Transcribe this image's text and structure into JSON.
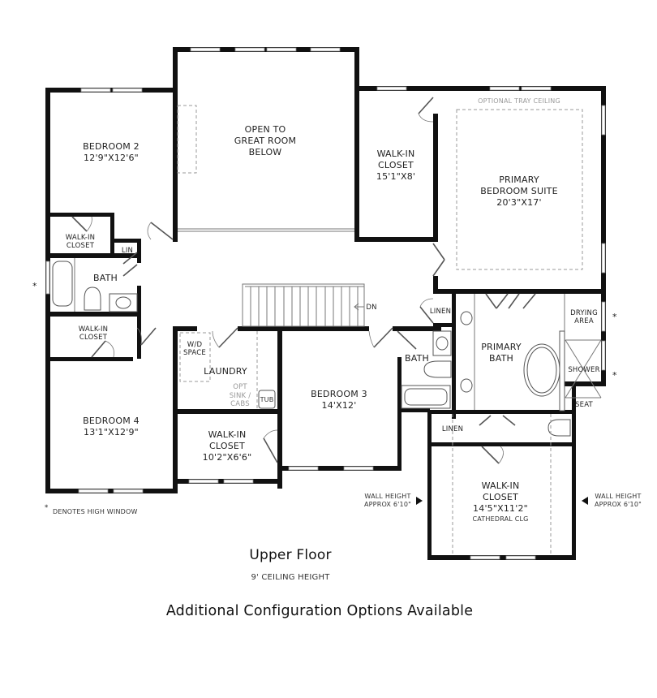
{
  "plan": {
    "title": "Upper Floor",
    "subtitle": "9' CEILING HEIGHT",
    "footer": "Additional Configuration Options Available",
    "legend": {
      "symbol": "*",
      "text": "DENOTES HIGH WINDOW"
    }
  },
  "rooms": {
    "bedroom2": {
      "name": "BEDROOM 2",
      "dims": "12'9\"X12'6\""
    },
    "open_to_below": {
      "line1": "OPEN TO",
      "line2": "GREAT ROOM",
      "line3": "BELOW"
    },
    "walkin_closet_top": {
      "line1": "WALK-IN",
      "line2": "CLOSET",
      "dims": "15'1\"X8'"
    },
    "primary_suite": {
      "line1": "PRIMARY",
      "line2": "BEDROOM SUITE",
      "dims": "20'3\"X17'",
      "note": "OPTIONAL TRAY CEILING"
    },
    "bed2_closet": {
      "line1": "WALK-IN",
      "line2": "CLOSET"
    },
    "lin": "LIN",
    "bath_left": "BATH",
    "bed4_closet": {
      "line1": "WALK-IN",
      "line2": "CLOSET"
    },
    "laundry": {
      "name": "LAUNDRY",
      "wd1": "W/D",
      "wd2": "SPACE",
      "opt1": "OPT",
      "opt2": "SINK /",
      "opt3": "CABS",
      "tub": "TUB"
    },
    "stairs": {
      "label": "DN"
    },
    "linen_hall": "LINEN",
    "bath_mid": "BATH",
    "bedroom3": {
      "name": "BEDROOM 3",
      "dims": "14'X12'"
    },
    "bedroom4": {
      "name": "BEDROOM 4",
      "dims": "13'1\"X12'9\""
    },
    "walkin_closet_mid": {
      "line1": "WALK-IN",
      "line2": "CLOSET",
      "dims": "10'2\"X6'6\""
    },
    "primary_bath": {
      "line1": "PRIMARY",
      "line2": "BATH"
    },
    "drying": {
      "line1": "DRYING",
      "line2": "AREA"
    },
    "shower": "SHOWER",
    "seat": "SEAT",
    "linen_bath": "LINEN",
    "walkin_closet_primary": {
      "line1": "WALK-IN",
      "line2": "CLOSET",
      "dims": "14'5\"X11'2\"",
      "note": "CATHEDRAL CLG"
    },
    "wall_height_left": {
      "line1": "WALL HEIGHT",
      "line2": "APPROX 6'10\""
    },
    "wall_height_right": {
      "line1": "WALL HEIGHT",
      "line2": "APPROX 6'10\""
    }
  },
  "markers": {
    "high_window": "*"
  }
}
